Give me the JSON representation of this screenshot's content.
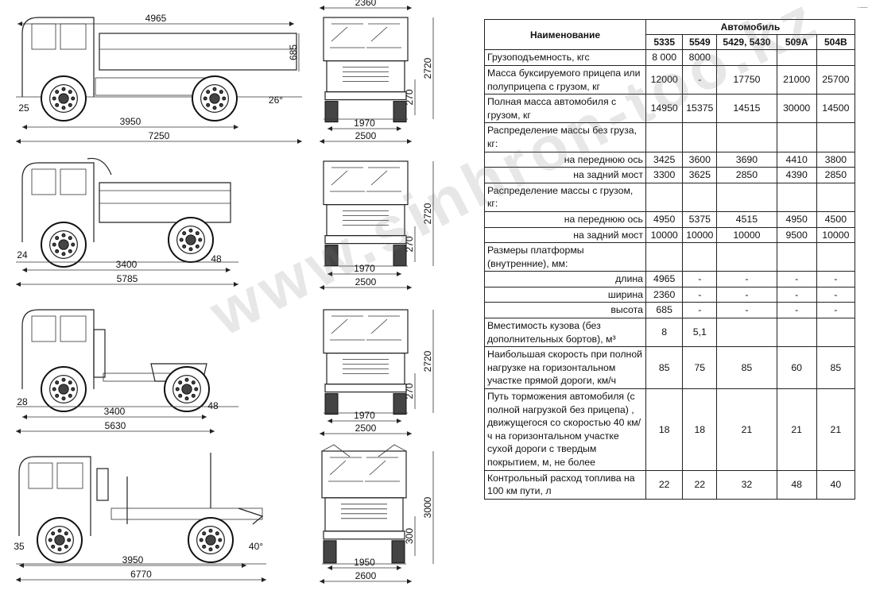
{
  "drawings": [
    {
      "name": "truck-5335",
      "overall_length": "7250",
      "platform_length": "4965",
      "wheelbase": "3950",
      "front_angle": "25",
      "rear_angle": "26°",
      "side_height": "685",
      "front_width_top": "2360",
      "front_height": "2720",
      "ground_clearance": "270",
      "track": "1970",
      "front_width_bottom": "2500"
    },
    {
      "name": "dump-5549",
      "overall_length": "5785",
      "wheelbase": "3400",
      "front_angle": "24",
      "rear_angle": "48",
      "front_height": "2720",
      "ground_clearance": "270",
      "track": "1970",
      "front_width_bottom": "2500"
    },
    {
      "name": "tractor-5429",
      "overall_length": "5630",
      "wheelbase": "3400",
      "front_angle": "28",
      "rear_angle": "48",
      "front_height": "2720",
      "ground_clearance": "270",
      "track": "1970",
      "front_width_bottom": "2500"
    },
    {
      "name": "timber-509a",
      "overall_length": "6770",
      "wheelbase": "3950",
      "front_angle": "35",
      "rear_angle": "40°",
      "front_height": "3000",
      "ground_clearance": "300",
      "track": "1950",
      "front_width_bottom": "2600"
    }
  ],
  "table": {
    "name_header": "Наименование",
    "group_header": "Автомобиль",
    "models": [
      "5335",
      "5549",
      "5429, 5430",
      "509А",
      "504В"
    ],
    "rows": [
      {
        "label": "Грузоподъемность, кгс",
        "values": [
          "8 000",
          "8000",
          "",
          "",
          ""
        ]
      },
      {
        "label": "Масса буксируемого прицепа или полуприцепа с грузом, кг",
        "values": [
          "12000",
          "-",
          "17750",
          "21000",
          "25700"
        ]
      },
      {
        "label": "Полная масса автомобиля с грузом, кг",
        "values": [
          "14950",
          "15375",
          "14515",
          "30000",
          "14500"
        ]
      },
      {
        "label": "Распределение массы без груза, кг:",
        "values": [
          "",
          "",
          "",
          "",
          ""
        ]
      },
      {
        "label": "на переднюю ось",
        "values": [
          "3425",
          "3600",
          "3690",
          "4410",
          "3800"
        ],
        "align": "right"
      },
      {
        "label": "на задний мост",
        "values": [
          "3300",
          "3625",
          "2850",
          "4390",
          "2850"
        ],
        "align": "right"
      },
      {
        "label": "Распределение массы с грузом, кг:",
        "values": [
          "",
          "",
          "",
          "",
          ""
        ]
      },
      {
        "label": "на переднюю ось",
        "values": [
          "4950",
          "5375",
          "4515",
          "4950",
          "4500"
        ],
        "align": "right"
      },
      {
        "label": "на задний мост",
        "values": [
          "10000",
          "10000",
          "10000",
          "9500",
          "10000"
        ],
        "align": "right"
      },
      {
        "label": "Размеры платформы (внутренние), мм:",
        "values": [
          "",
          "",
          "",
          "",
          ""
        ]
      },
      {
        "label": "длина",
        "values": [
          "4965",
          "-",
          "-",
          "-",
          "-"
        ],
        "align": "right"
      },
      {
        "label": "ширина",
        "values": [
          "2360",
          "-",
          "-",
          "-",
          "-"
        ],
        "align": "right"
      },
      {
        "label": "высота",
        "values": [
          "685",
          "-",
          "-",
          "-",
          "-"
        ],
        "align": "right"
      },
      {
        "label": "Вместимость кузова (без дополнительных бортов), м³",
        "values": [
          "8",
          "5,1",
          "",
          "",
          ""
        ]
      },
      {
        "label": "Наибольшая скорость при полной нагрузке на горизонтальном участке прямой дороги, км/ч",
        "values": [
          "85",
          "75",
          "85",
          "60",
          "85"
        ]
      },
      {
        "label": "Путь торможения автомобиля (с полной нагрузкой без прицепа) , движущегося со скоростью 40 км/ч на горизонтальном участке сухой дороги с твердым покрытием, м, не более",
        "values": [
          "18",
          "18",
          "21",
          "21",
          "21"
        ]
      },
      {
        "label": "Контрольный расход топлива на 100 км пути, л",
        "values": [
          "22",
          "22",
          "32",
          "48",
          "40"
        ]
      }
    ]
  },
  "watermark": "www.sinhron-too.kz"
}
